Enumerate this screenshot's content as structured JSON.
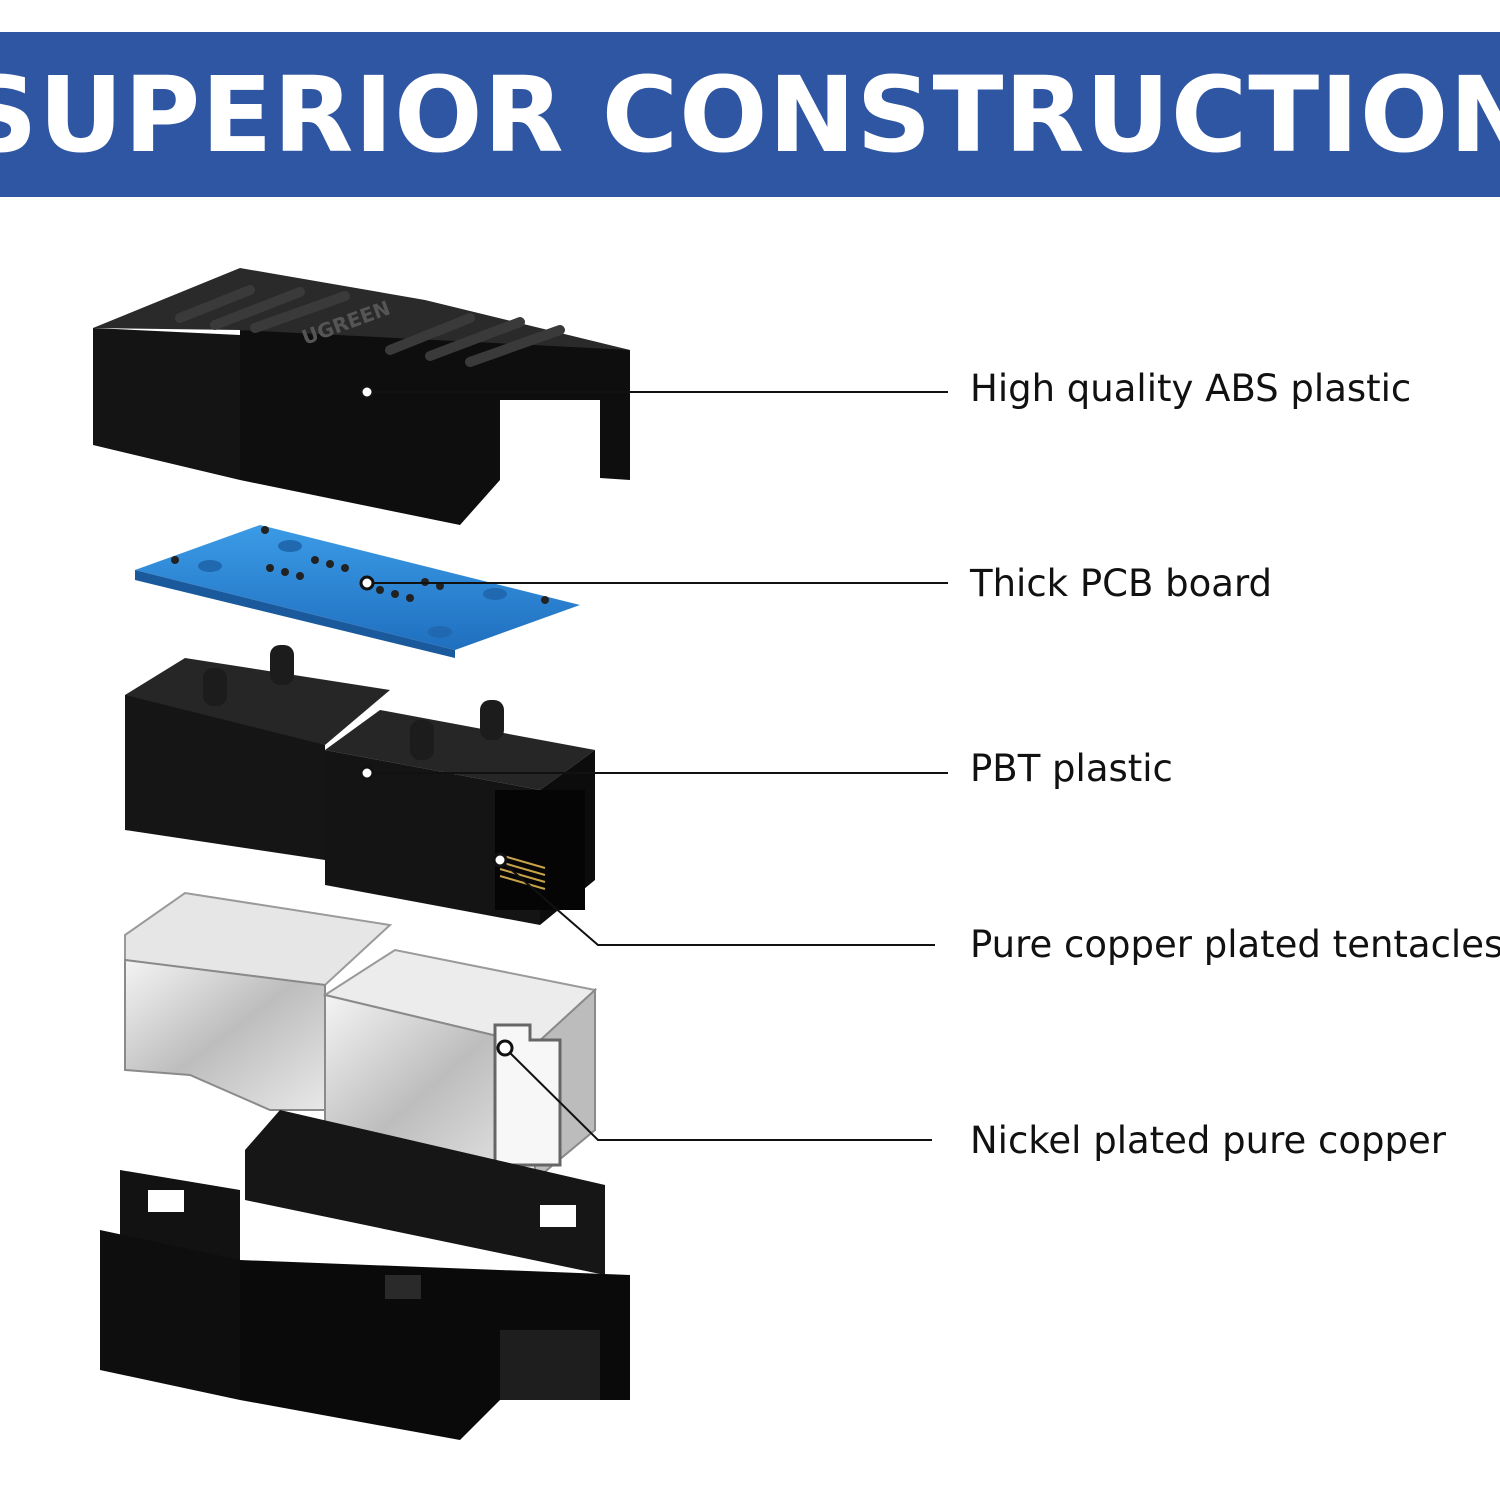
{
  "banner": {
    "title": "SUPERIOR CONSTRUCTION"
  },
  "colors": {
    "banner": "#2f56a3",
    "pcb": "#2f86d6",
    "housing": "#141414",
    "shield": "#d6d6d6"
  },
  "product": {
    "brand_mark": "UGREEN"
  },
  "callouts": [
    {
      "label": "High quality ABS plastic"
    },
    {
      "label": "Thick PCB board"
    },
    {
      "label": "PBT plastic"
    },
    {
      "label": "Pure copper plated tentacles"
    },
    {
      "label": "Nickel plated pure copper"
    }
  ]
}
